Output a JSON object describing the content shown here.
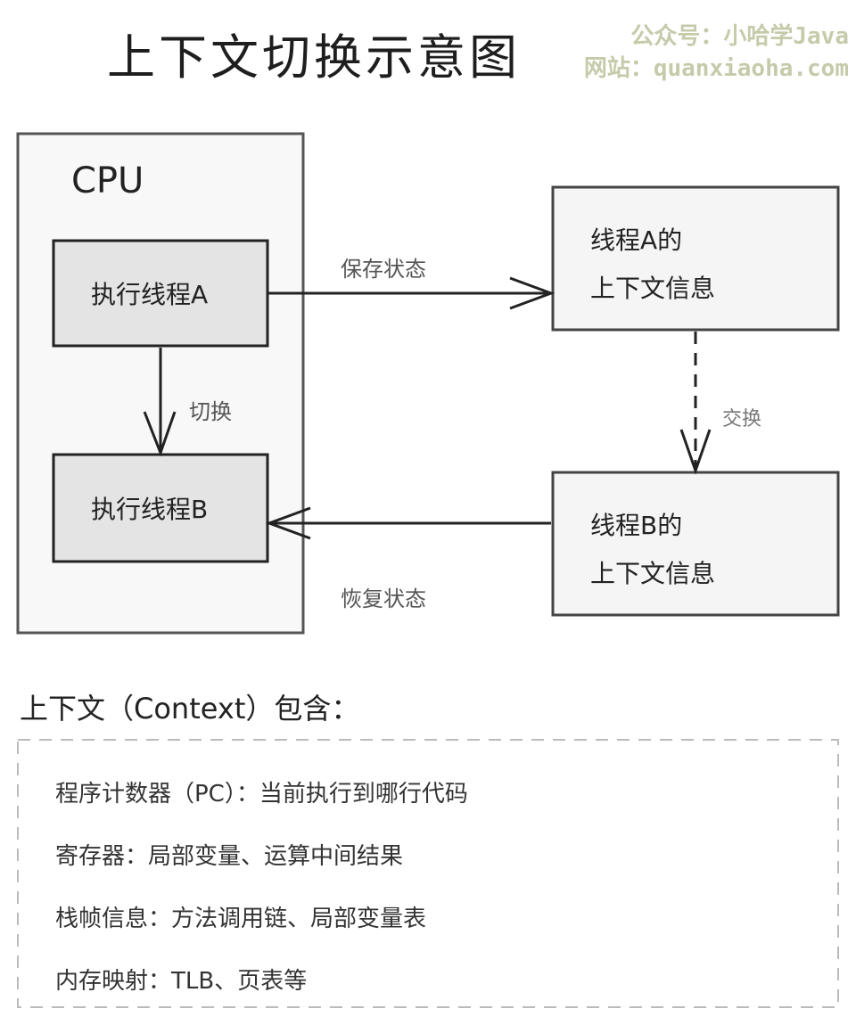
{
  "title": "上下文切换示意图",
  "watermark": {
    "line1": "公众号：小哈学Java",
    "line2": "网站：quanxiaoha.com"
  },
  "cpu": {
    "label": "CPU",
    "thread_a": "执行线程A",
    "thread_b": "执行线程B",
    "switch_label": "切换"
  },
  "context_a": {
    "line1": "线程A的",
    "line2": "上下文信息"
  },
  "context_b": {
    "line1": "线程B的",
    "line2": "上下文信息"
  },
  "edges": {
    "save": "保存状态",
    "restore": "恢复状态",
    "swap": "交换"
  },
  "context_section": {
    "heading": "上下文（Context）包含：",
    "items": [
      "程序计数器（PC）：当前执行到哪行代码",
      "寄存器：局部变量、运算中间结果",
      "栈帧信息：方法调用链、局部变量表",
      "内存映射：TLB、页表等"
    ]
  },
  "colors": {
    "stroke": "#333333",
    "box_fill": "#f5f5f5",
    "thread_fill": "#e4e4e4",
    "dashed": "#bbbbbb"
  }
}
